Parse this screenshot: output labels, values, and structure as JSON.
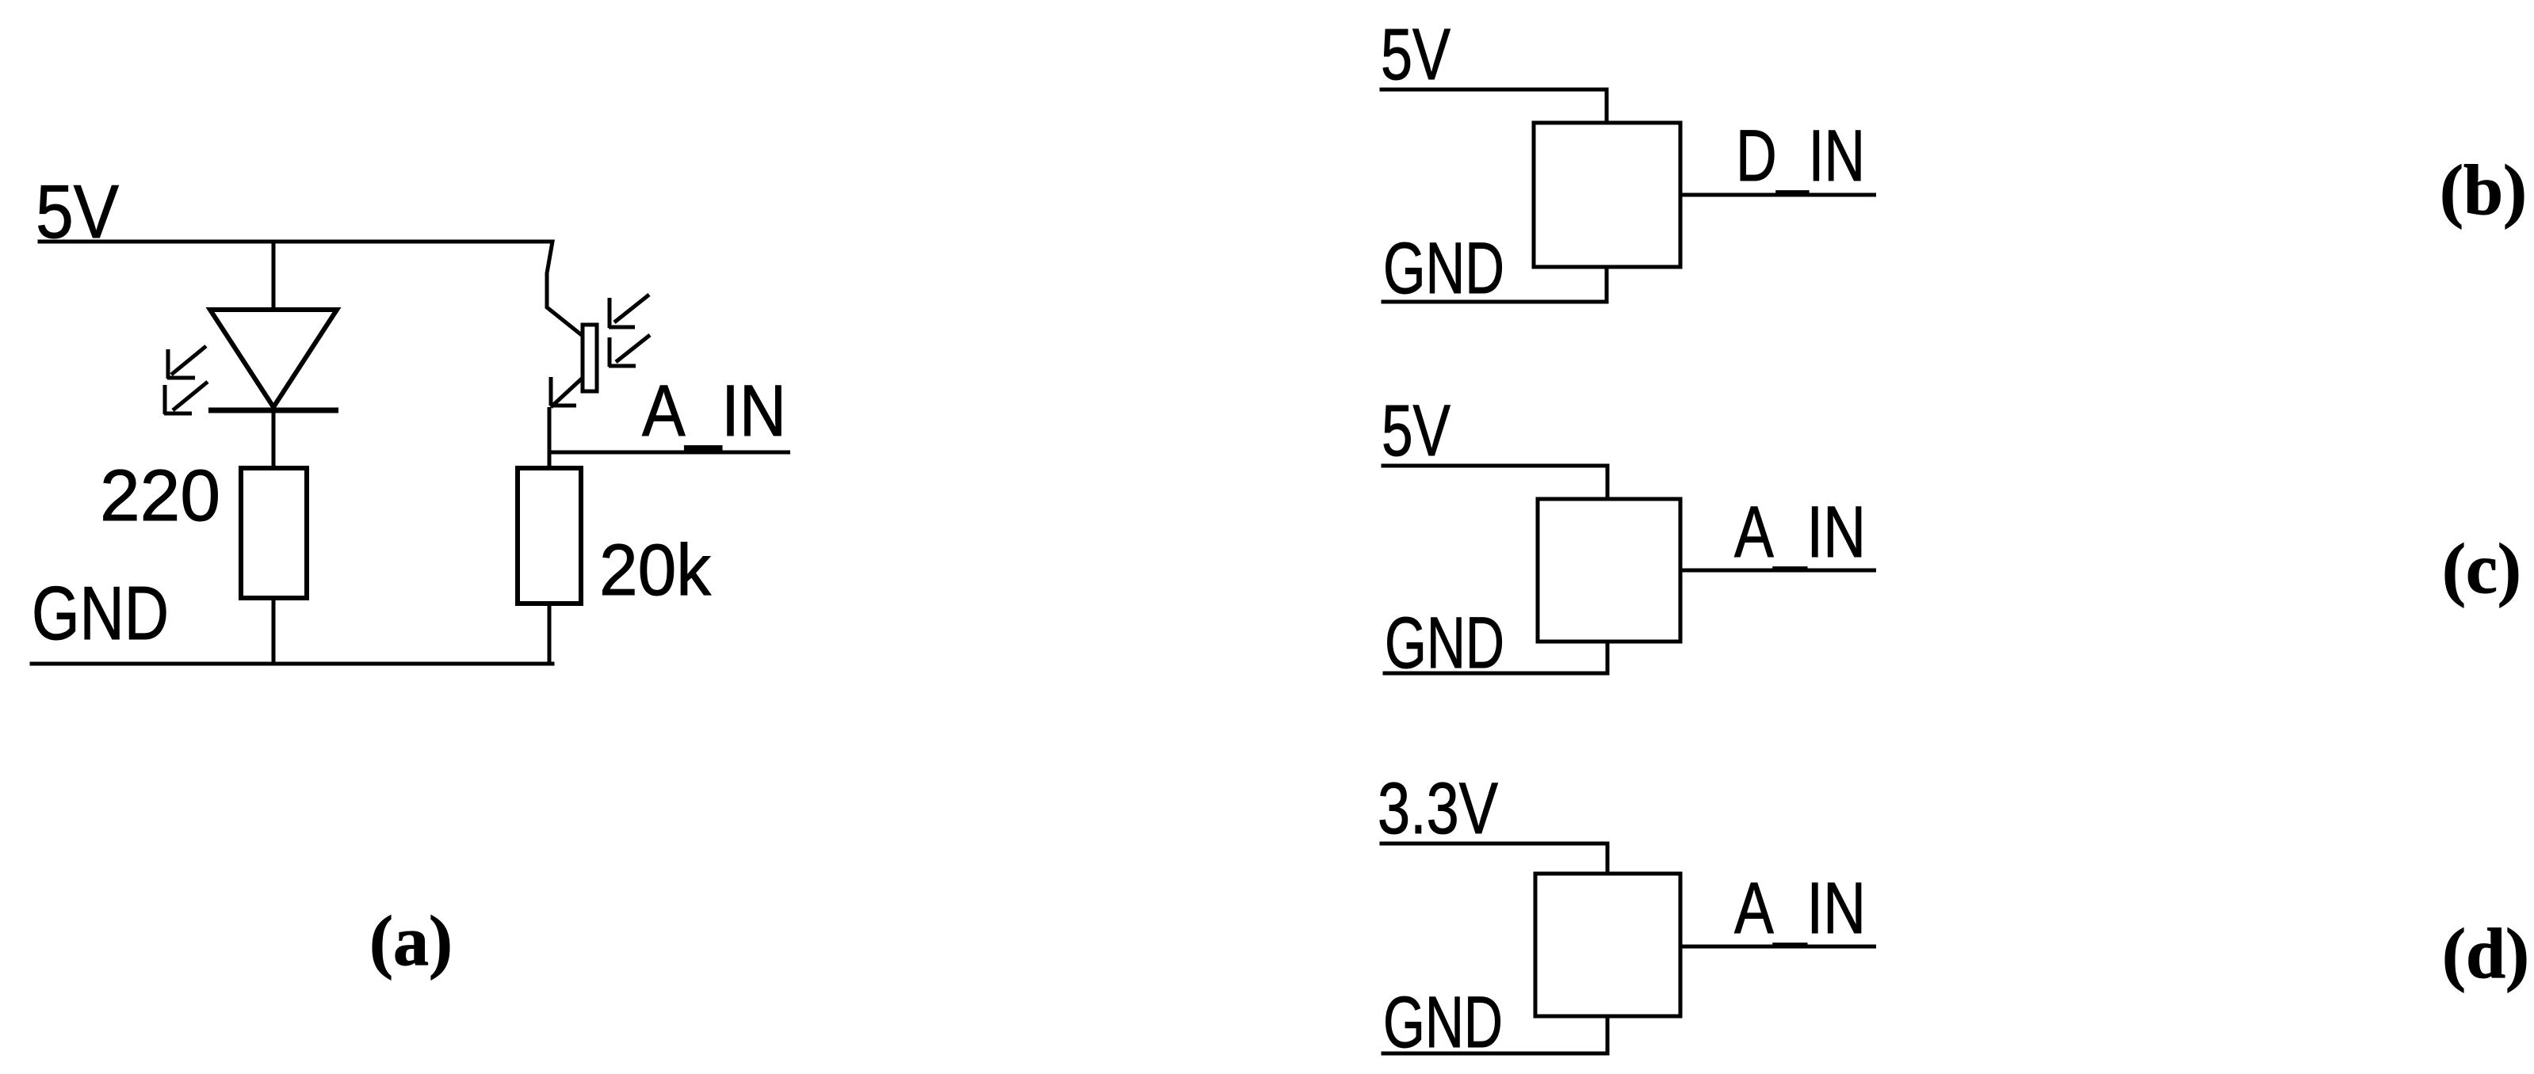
{
  "figure": {
    "background": "#ffffff",
    "line_color": "#000000",
    "text_color": "#000000",
    "symbols": {
      "led": "led-symbol (triangle with cathode bar, emitting arrows)",
      "phototransistor": "phototransistor-symbol (base bar with incident light arrows, emitter arrow)",
      "resistor": "resistor-symbol (open rectangle)",
      "module": "module-box-symbol (open square block)"
    },
    "panels": {
      "a": {
        "tag": "(a)",
        "power_label": "5V",
        "ground_label": "GND",
        "led_resistor_value": "220",
        "pulldown_resistor_value": "20k",
        "output_label": "A_IN"
      },
      "b": {
        "tag": "(b)",
        "power_label": "5V",
        "ground_label": "GND",
        "output_label": "D_IN"
      },
      "c": {
        "tag": "(c)",
        "power_label": "5V",
        "ground_label": "GND",
        "output_label": "A_IN"
      },
      "d": {
        "tag": "(d)",
        "power_label": "3.3V",
        "ground_label": "GND",
        "output_label": "A_IN"
      }
    }
  }
}
